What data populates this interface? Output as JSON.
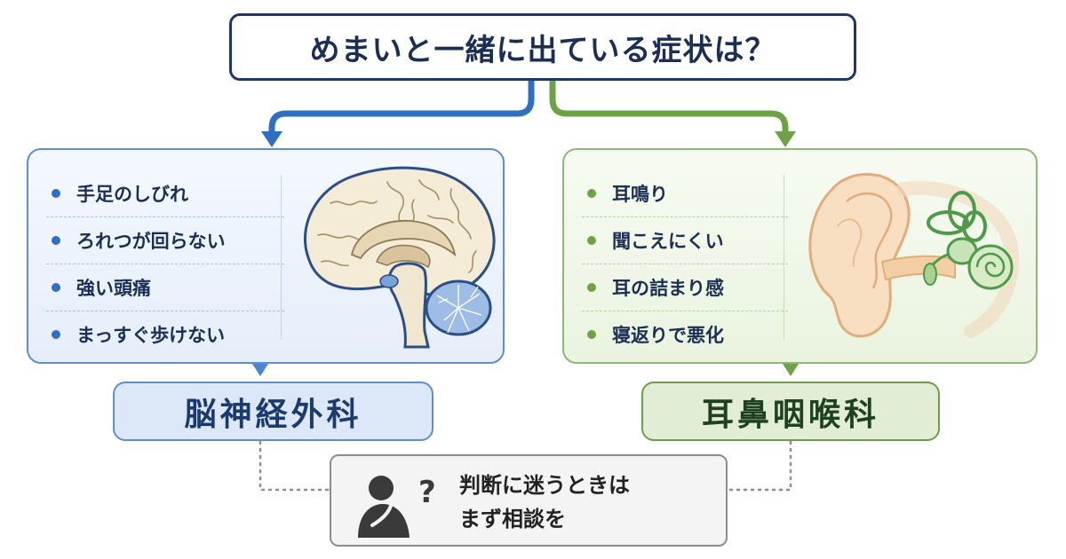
{
  "title": "めまいと一緒に出ている症状は？",
  "left": {
    "symptoms": [
      "手足のしびれ",
      "ろれつが回らない",
      "強い頭痛",
      "まっすぐ歩けない"
    ],
    "department": "脳神経外科",
    "illustration": "brain-icon",
    "color": "#2f6fc2"
  },
  "right": {
    "symptoms": [
      "耳鳴り",
      "聞こえにくい",
      "耳の詰まり感",
      "寝返りで悪化"
    ],
    "department": "耳鼻咽喉科",
    "illustration": "ear-icon",
    "color": "#6da346"
  },
  "advice": {
    "line1": "判断に迷うときは",
    "line2": "まず相談を",
    "icon": "thinking-person-icon"
  }
}
